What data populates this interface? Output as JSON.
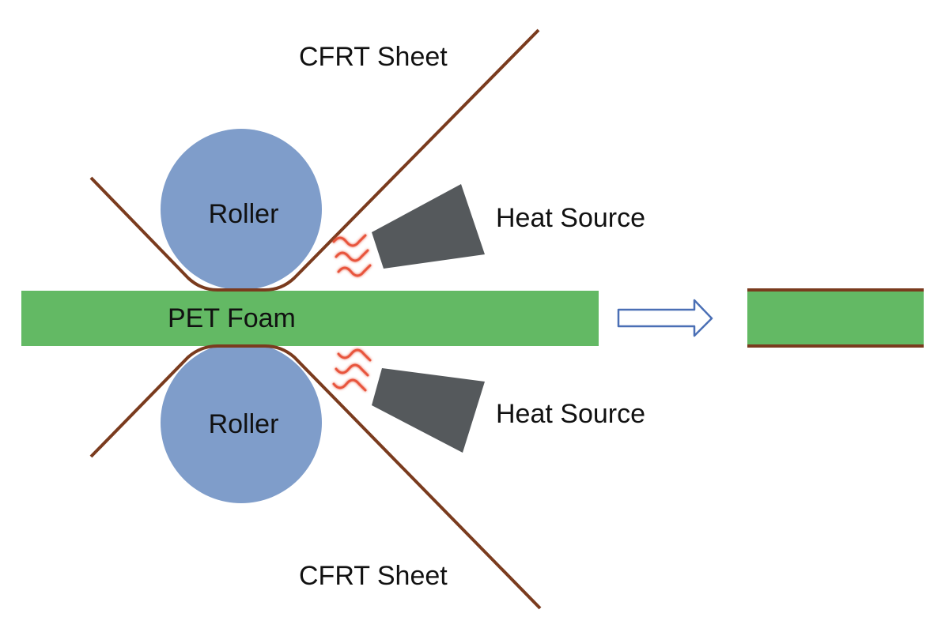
{
  "labels": {
    "top_sheet": "CFRT Sheet",
    "bottom_sheet": "CFRT Sheet",
    "top_roller": "Roller",
    "bottom_roller": "Roller",
    "foam": "PET Foam",
    "top_heat": "Heat Source",
    "bottom_heat": "Heat Source"
  },
  "colors": {
    "roller": "#7f9dca",
    "sheet": "#7a3b1e",
    "foam": "#63b964",
    "heat_source": "#55595c",
    "heat_wave": "#e8543c",
    "arrow": "#4a6fb5"
  }
}
